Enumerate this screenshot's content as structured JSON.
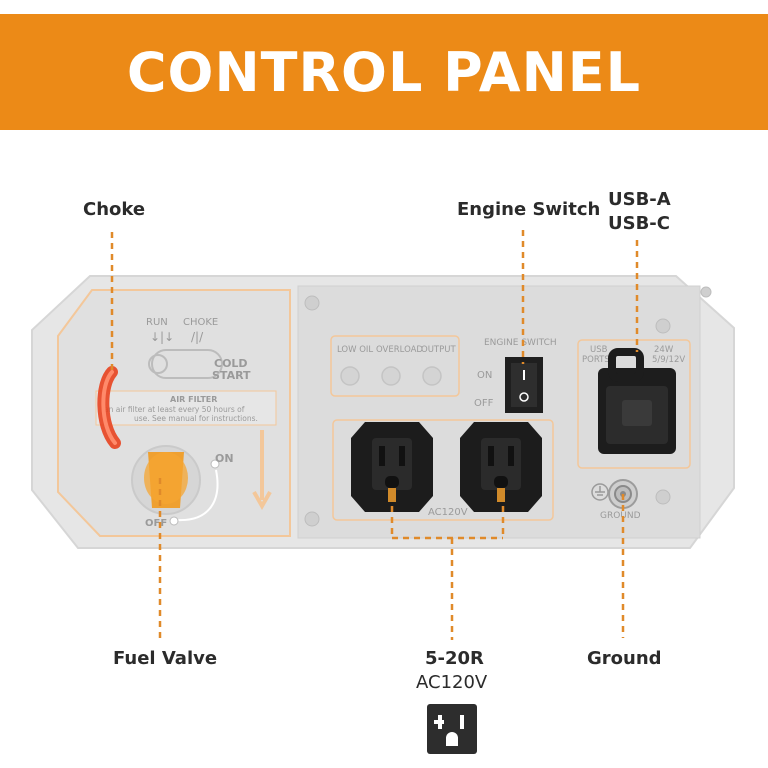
{
  "banner": {
    "title": "CONTROL PANEL"
  },
  "callouts": {
    "choke": "Choke",
    "engine_switch": "Engine Switch",
    "usb_a": "USB-A",
    "usb_c": "USB-C",
    "fuel_valve": "Fuel Valve",
    "outlet": "5-20R",
    "outlet_voltage": "AC120V",
    "ground": "Ground"
  },
  "panel": {
    "run": "RUN",
    "choke": "CHOKE",
    "cold_start_1": "COLD",
    "cold_start_2": "START",
    "air_filter_title": "AIR FILTER",
    "air_filter_line1": "an air filter at least every 50 hours  of",
    "air_filter_line2": "use. See manual for instructions.",
    "fuel_on": "ON",
    "fuel_off": "OFF",
    "low_oil": "LOW OIL",
    "overload": "OVERLOAD",
    "output": "OUTPUT",
    "engine_switch": "ENGINE SWITCH",
    "switch_on": "ON",
    "switch_off": "OFF",
    "usb_ports_1": "USB",
    "usb_ports_2": "PORTS",
    "usb_power_1": "24W",
    "usb_power_2": "5/9/12V",
    "ac_label": "AC120V",
    "ground_label": "GROUND"
  },
  "colors": {
    "accent": "#ec8a17",
    "callout_line": "#e08a2a",
    "panel": "#e4e4e4",
    "text": "#2b2b2b"
  }
}
